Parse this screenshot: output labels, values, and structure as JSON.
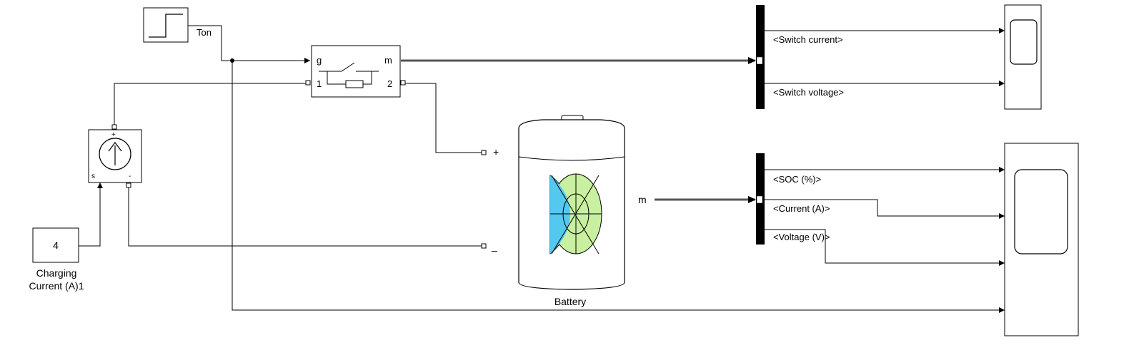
{
  "blocks": {
    "step_label": "Ton",
    "constant_value": "4",
    "constant_label_line1": "Charging",
    "constant_label_line2": "Current (A)1",
    "source_plus": "+",
    "source_s": "s",
    "source_minus": "-",
    "switch_port_g": "g",
    "switch_port_m": "m",
    "switch_port_1": "1",
    "switch_port_2": "2",
    "battery_label": "Battery",
    "battery_plus": "+",
    "battery_minus": "_",
    "battery_port_m": "m"
  },
  "signals": {
    "switch_current": "<Switch current>",
    "switch_voltage": "<Switch voltage>",
    "soc": "<SOC (%)>",
    "current": "<Current (A)>",
    "voltage": "<Voltage (V)>"
  },
  "colors": {
    "battery_cyan": "#55c8f0",
    "battery_green": "#c8f0a0",
    "port_m_blue": "#2a2ad0"
  }
}
